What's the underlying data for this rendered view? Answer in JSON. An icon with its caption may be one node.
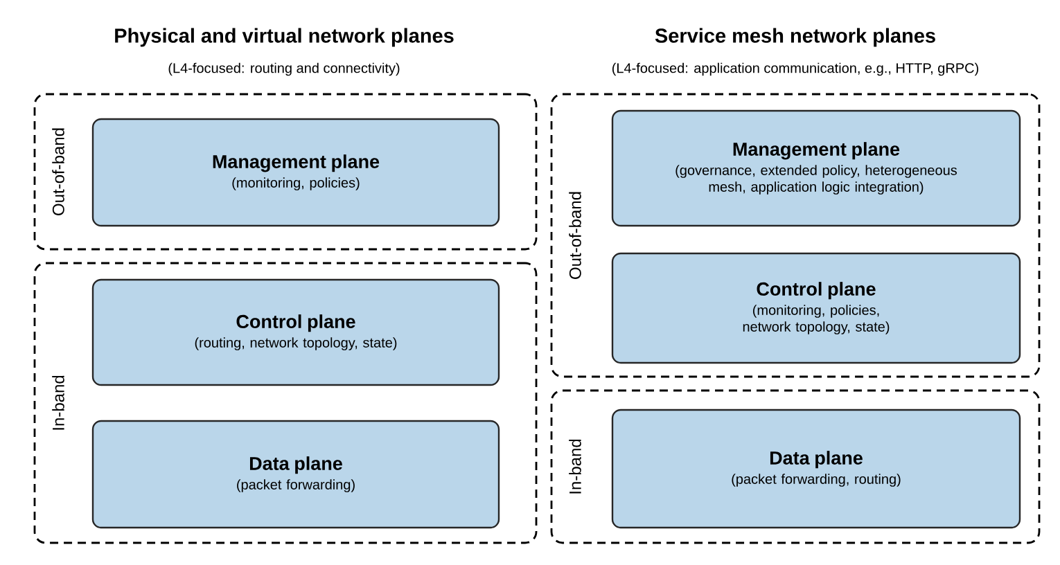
{
  "diagram": {
    "nodes": [
      {
        "text": [
          "Out-of-band"
        ]
      },
      {
        "text": [
          "Management plane",
          "(monitoring, policies)"
        ],
        "in": 0
      },
      {
        "text": [
          "In-band"
        ]
      },
      {
        "text": [
          "Control plane",
          "(routing, network topology, state)"
        ],
        "in": 2
      },
      {
        "text": [
          "Data plane",
          "(packet forwarding)"
        ],
        "in": 2
      },
      {
        "text": [
          "Out-of-band"
        ]
      },
      {
        "text": [
          "Management plane",
          "(governance, extended policy, heterogeneous mesh, application logic integration)"
        ],
        "in": 5
      },
      {
        "text": [
          "Control plane",
          "(monitoring, policies, network topology, state)"
        ],
        "in": 5
      },
      {
        "text": [
          "In-band"
        ]
      },
      {
        "text": [
          "Data plane",
          "(packet forwarding, routing)"
        ],
        "in": 8
      }
    ],
    "labels": [
      "Physical and virtual network planes",
      "(L4-focused: routing and connectivity)",
      "Service mesh network planes",
      "(L4-focused: application communication, e.g., HTTP, gRPC)"
    ]
  }
}
